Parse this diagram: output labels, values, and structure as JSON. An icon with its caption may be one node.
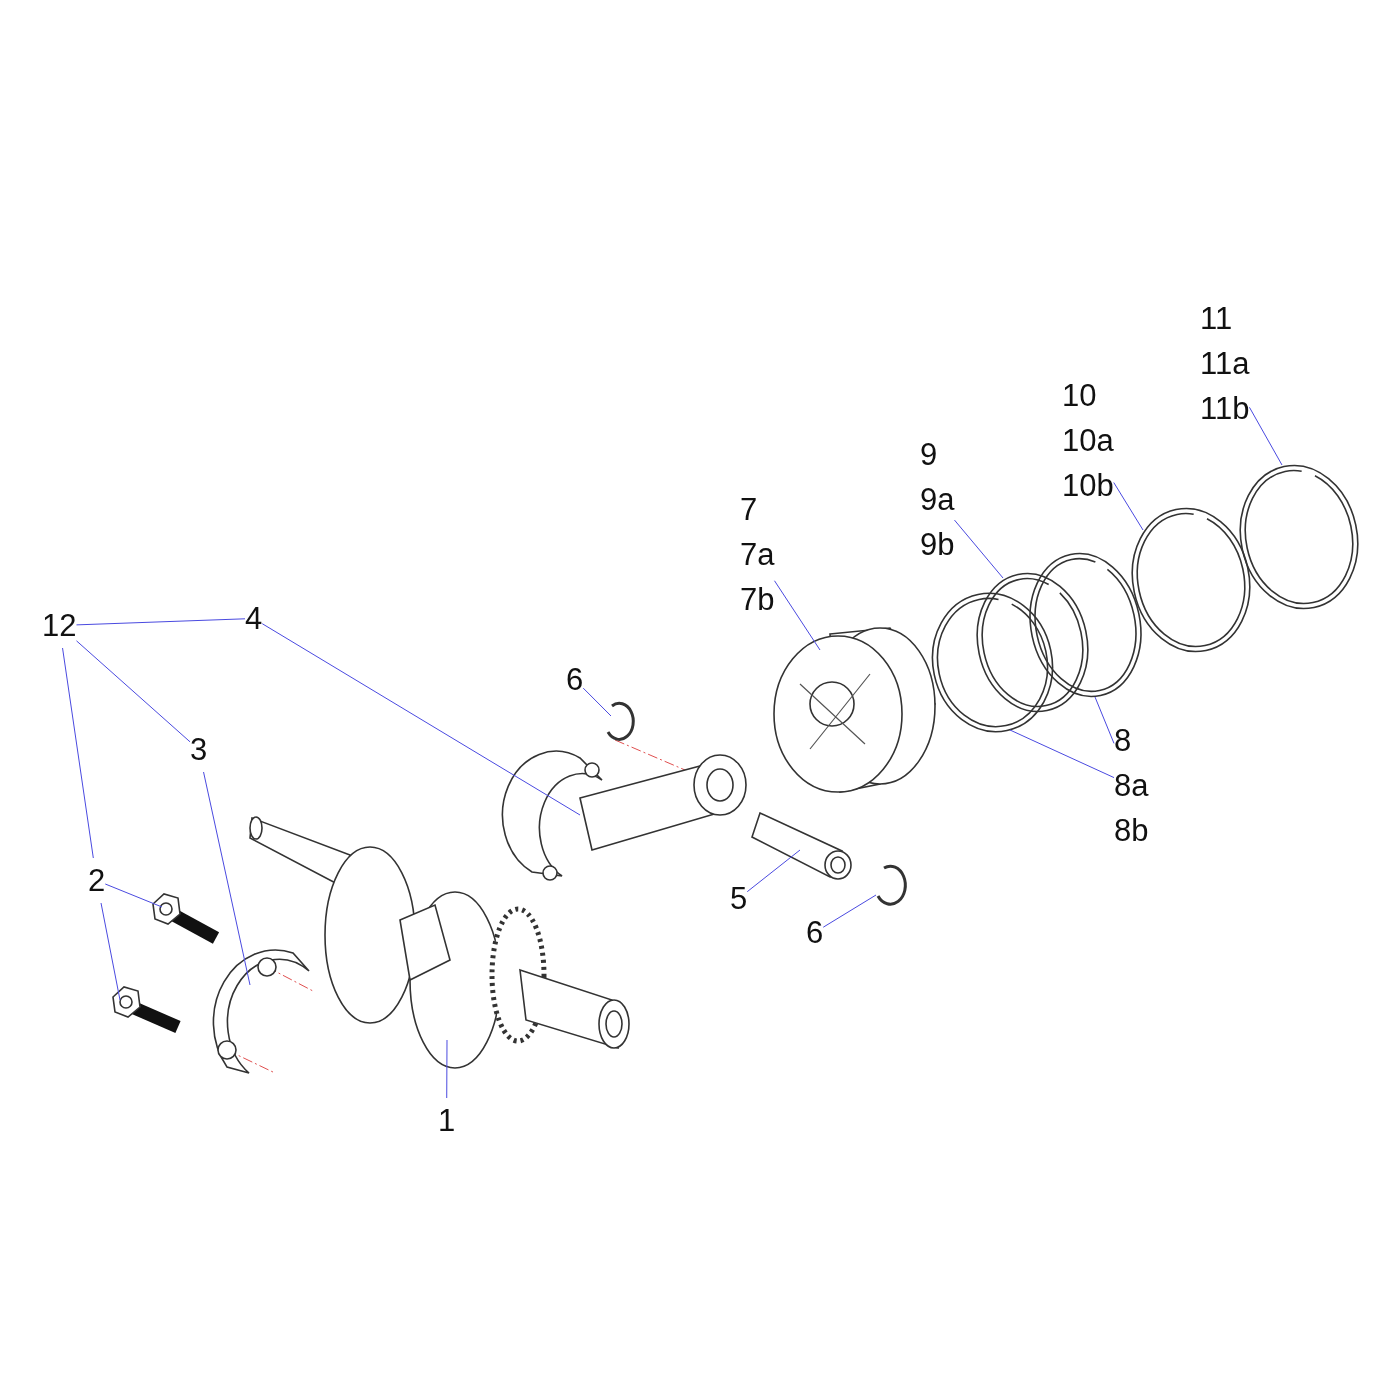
{
  "diagram": {
    "nodes": [
      {
        "text": [
          "12"
        ]
      },
      {
        "text": [
          "4"
        ]
      },
      {
        "text": [
          "3"
        ]
      },
      {
        "text": [
          "2"
        ]
      },
      {
        "text": [
          "1"
        ]
      },
      {
        "text": [
          "6"
        ]
      },
      {
        "text": [
          "5"
        ]
      },
      {
        "text": [
          "6"
        ]
      },
      {
        "text": [
          "7",
          "7a",
          "7b"
        ]
      },
      {
        "text": [
          "8",
          "8a",
          "8b"
        ]
      },
      {
        "text": [
          "9",
          "9a",
          "9b"
        ]
      },
      {
        "text": [
          "10",
          "10a",
          "10b"
        ]
      },
      {
        "text": [
          "11",
          "11a",
          "11b"
        ]
      },
      {
        "text": [],
        "shape": "picture"
      },
      {
        "text": [],
        "shape": "picture"
      },
      {
        "text": [],
        "shape": "picture"
      },
      {
        "text": [],
        "shape": "picture"
      },
      {
        "text": [],
        "shape": "picture"
      },
      {
        "text": [],
        "shape": "picture"
      },
      {
        "text": [],
        "shape": "picture"
      },
      {
        "text": [],
        "shape": "picture"
      },
      {
        "text": [],
        "shape": "picture"
      },
      {
        "text": [],
        "shape": "picture"
      },
      {
        "text": [],
        "shape": "picture"
      },
      {
        "text": [],
        "shape": "picture"
      },
      {
        "text": [],
        "shape": "picture"
      },
      {
        "text": [],
        "shape": "picture"
      }
    ],
    "edges": [
      {
        "from": 0,
        "to": 1,
        "arrow": "none"
      },
      {
        "from": 0,
        "to": 2,
        "arrow": "none"
      },
      {
        "from": 0,
        "to": 3,
        "arrow": "none"
      },
      {
        "from": 1,
        "to": 14,
        "arrow": "none"
      },
      {
        "from": 2,
        "to": 15,
        "arrow": "none"
      },
      {
        "from": 3,
        "to": 16,
        "arrow": "none"
      },
      {
        "from": 3,
        "to": 17,
        "arrow": "none"
      },
      {
        "from": 4,
        "to": 13,
        "arrow": "none"
      },
      {
        "from": 5,
        "to": 18,
        "arrow": "none"
      },
      {
        "from": 6,
        "to": 19,
        "arrow": "none"
      },
      {
        "from": 7,
        "to": 20,
        "arrow": "none"
      },
      {
        "from": 8,
        "to": 21,
        "arrow": "none"
      },
      {
        "from": 9,
        "to": 22,
        "arrow": "none"
      },
      {
        "from": 9,
        "to": 24,
        "arrow": "none"
      },
      {
        "from": 10,
        "to": 23,
        "arrow": "none"
      },
      {
        "from": 11,
        "to": 25,
        "arrow": "none"
      },
      {
        "from": 12,
        "to": 26,
        "arrow": "none"
      }
    ]
  }
}
